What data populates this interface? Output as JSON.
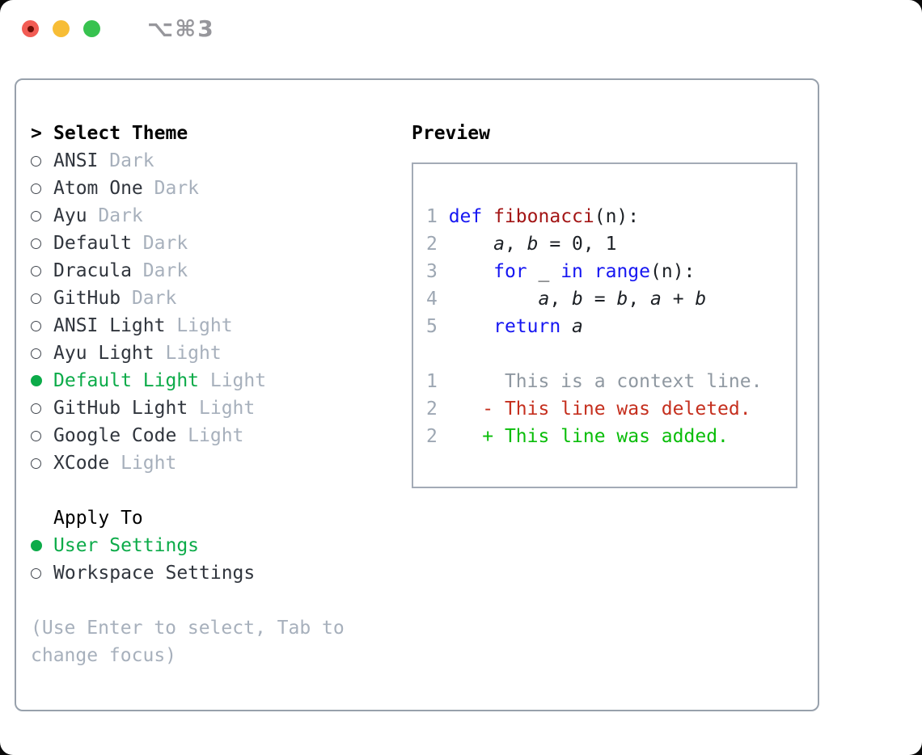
{
  "colors": {
    "accent_green": "#0cab49",
    "item_text": "#30353d",
    "muted": "#a7b0bc",
    "title_text": "#000000",
    "panel_border": "#98a1ac",
    "preview_border": "#a3abb6",
    "radio_outline": "#41464e",
    "line_number": "#9da7b3",
    "code_text": "#1c2025",
    "keyword_blue": "#1616f2",
    "function_red": "#a31515",
    "context_gray": "#8f98a1",
    "diff_del": "#c52f1e",
    "diff_add": "#09bd09",
    "traffic_red": "#f25c54",
    "traffic_red_core": "#6d0d05",
    "traffic_yellow": "#f7bd36",
    "traffic_green": "#37c24f",
    "shortcut_gray": "#97979c"
  },
  "window": {
    "shortcut_label": "⌥⌘3"
  },
  "theme_picker": {
    "title_marker": ">",
    "title": "Select Theme",
    "items": [
      {
        "name": "ANSI",
        "variant": "Dark",
        "selected": false
      },
      {
        "name": "Atom One",
        "variant": "Dark",
        "selected": false
      },
      {
        "name": "Ayu",
        "variant": "Dark",
        "selected": false
      },
      {
        "name": "Default",
        "variant": "Dark",
        "selected": false
      },
      {
        "name": "Dracula",
        "variant": "Dark",
        "selected": false
      },
      {
        "name": "GitHub",
        "variant": "Dark",
        "selected": false
      },
      {
        "name": "ANSI Light",
        "variant": "Light",
        "selected": false
      },
      {
        "name": "Ayu Light",
        "variant": "Light",
        "selected": false
      },
      {
        "name": "Default Light",
        "variant": "Light",
        "selected": true
      },
      {
        "name": "GitHub Light",
        "variant": "Light",
        "selected": false
      },
      {
        "name": "Google Code",
        "variant": "Light",
        "selected": false
      },
      {
        "name": "XCode",
        "variant": "Light",
        "selected": false
      }
    ]
  },
  "apply_to": {
    "title": "Apply To",
    "options": [
      {
        "label": "User Settings",
        "selected": true
      },
      {
        "label": "Workspace Settings",
        "selected": false
      }
    ]
  },
  "hint": "(Use Enter to select, Tab to change focus)",
  "preview": {
    "title": "Preview",
    "lines": [
      {
        "num": "1",
        "segments": [
          {
            "t": "def",
            "c": "kw"
          },
          {
            "t": " ",
            "c": "plain"
          },
          {
            "t": "fibonacci",
            "c": "fn"
          },
          {
            "t": "(n):",
            "c": "plain"
          }
        ]
      },
      {
        "num": "2",
        "segments": [
          {
            "t": "    ",
            "c": "plain"
          },
          {
            "t": "a",
            "c": "var"
          },
          {
            "t": ", ",
            "c": "plain"
          },
          {
            "t": "b",
            "c": "var"
          },
          {
            "t": " = 0, 1",
            "c": "plain"
          }
        ]
      },
      {
        "num": "3",
        "segments": [
          {
            "t": "    ",
            "c": "plain"
          },
          {
            "t": "for",
            "c": "kw"
          },
          {
            "t": " _ ",
            "c": "plain"
          },
          {
            "t": "in",
            "c": "kw"
          },
          {
            "t": " ",
            "c": "plain"
          },
          {
            "t": "range",
            "c": "kw"
          },
          {
            "t": "(n):",
            "c": "plain"
          }
        ]
      },
      {
        "num": "4",
        "segments": [
          {
            "t": "        ",
            "c": "plain"
          },
          {
            "t": "a",
            "c": "var"
          },
          {
            "t": ", ",
            "c": "plain"
          },
          {
            "t": "b",
            "c": "var"
          },
          {
            "t": " = ",
            "c": "plain"
          },
          {
            "t": "b",
            "c": "var"
          },
          {
            "t": ", ",
            "c": "plain"
          },
          {
            "t": "a",
            "c": "var"
          },
          {
            "t": " + ",
            "c": "plain"
          },
          {
            "t": "b",
            "c": "var"
          }
        ]
      },
      {
        "num": "5",
        "segments": [
          {
            "t": "    ",
            "c": "plain"
          },
          {
            "t": "return",
            "c": "kw"
          },
          {
            "t": " ",
            "c": "plain"
          },
          {
            "t": "a",
            "c": "var"
          }
        ]
      },
      {
        "num": "",
        "segments": []
      },
      {
        "num": "1",
        "segments": [
          {
            "t": "     This is a context line.",
            "c": "ctx"
          }
        ]
      },
      {
        "num": "2",
        "segments": [
          {
            "t": "   - This line was deleted.",
            "c": "del"
          }
        ]
      },
      {
        "num": "2",
        "segments": [
          {
            "t": "   + This line was added.",
            "c": "add"
          }
        ]
      }
    ]
  }
}
